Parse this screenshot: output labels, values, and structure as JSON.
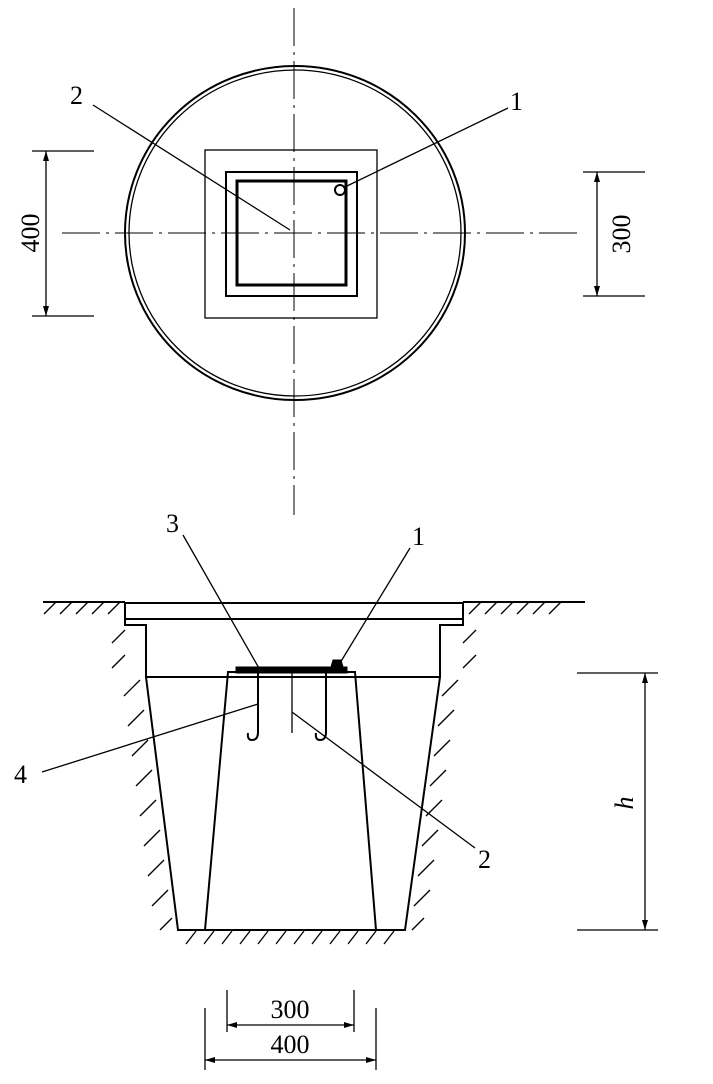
{
  "plan_view": {
    "callouts": [
      "1",
      "2"
    ],
    "dim_left": "400",
    "dim_right": "300"
  },
  "section_view": {
    "callouts": [
      "3",
      "1",
      "4",
      "2"
    ],
    "dim_height": "h",
    "dim_bottom_inner": "300",
    "dim_bottom_outer": "400"
  }
}
